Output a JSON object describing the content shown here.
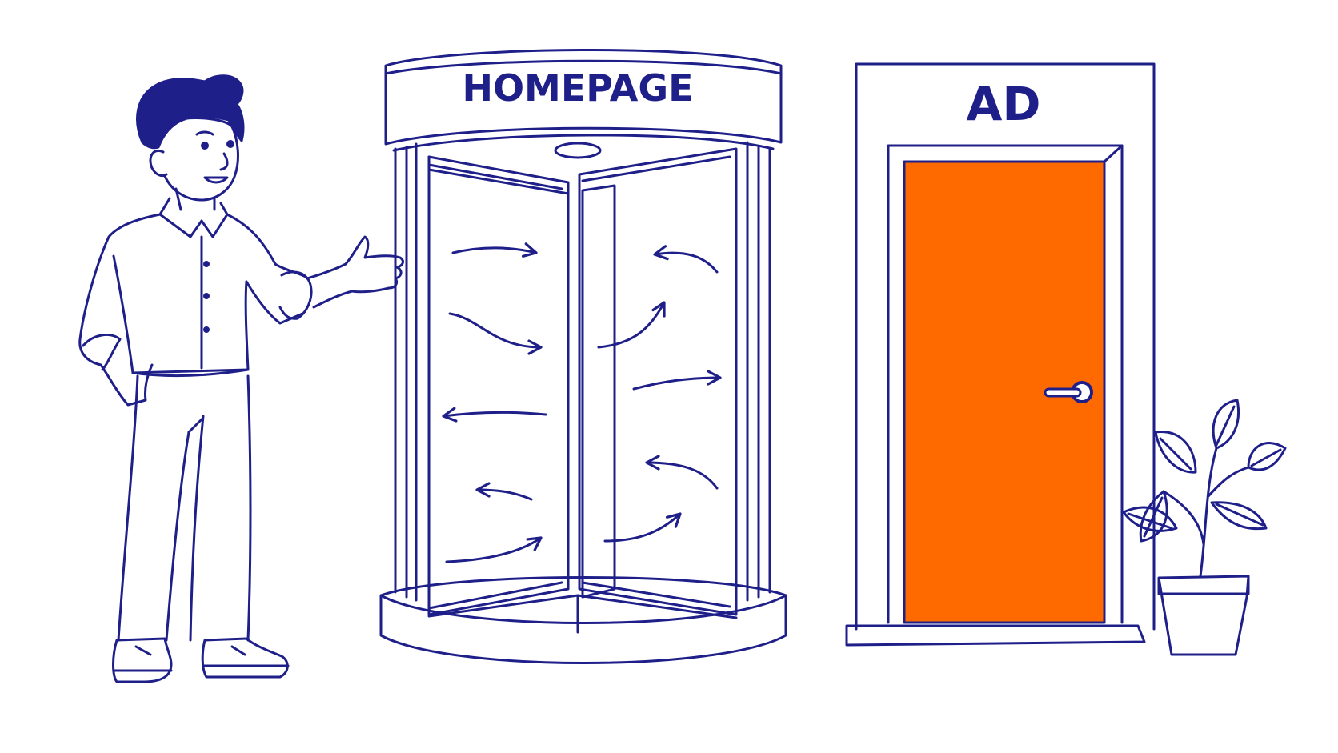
{
  "revolving_door": {
    "sign_label": "HOMEPAGE"
  },
  "single_door": {
    "sign_label": "AD"
  },
  "colors": {
    "ink": "#1f1f8a",
    "door_fill": "#ff6a00",
    "background": "#ffffff"
  },
  "icons": {
    "person": "man-presenting-illustration",
    "revolving_door": "revolving-door-illustration",
    "door": "orange-door-illustration",
    "plant": "potted-plant-illustration"
  }
}
